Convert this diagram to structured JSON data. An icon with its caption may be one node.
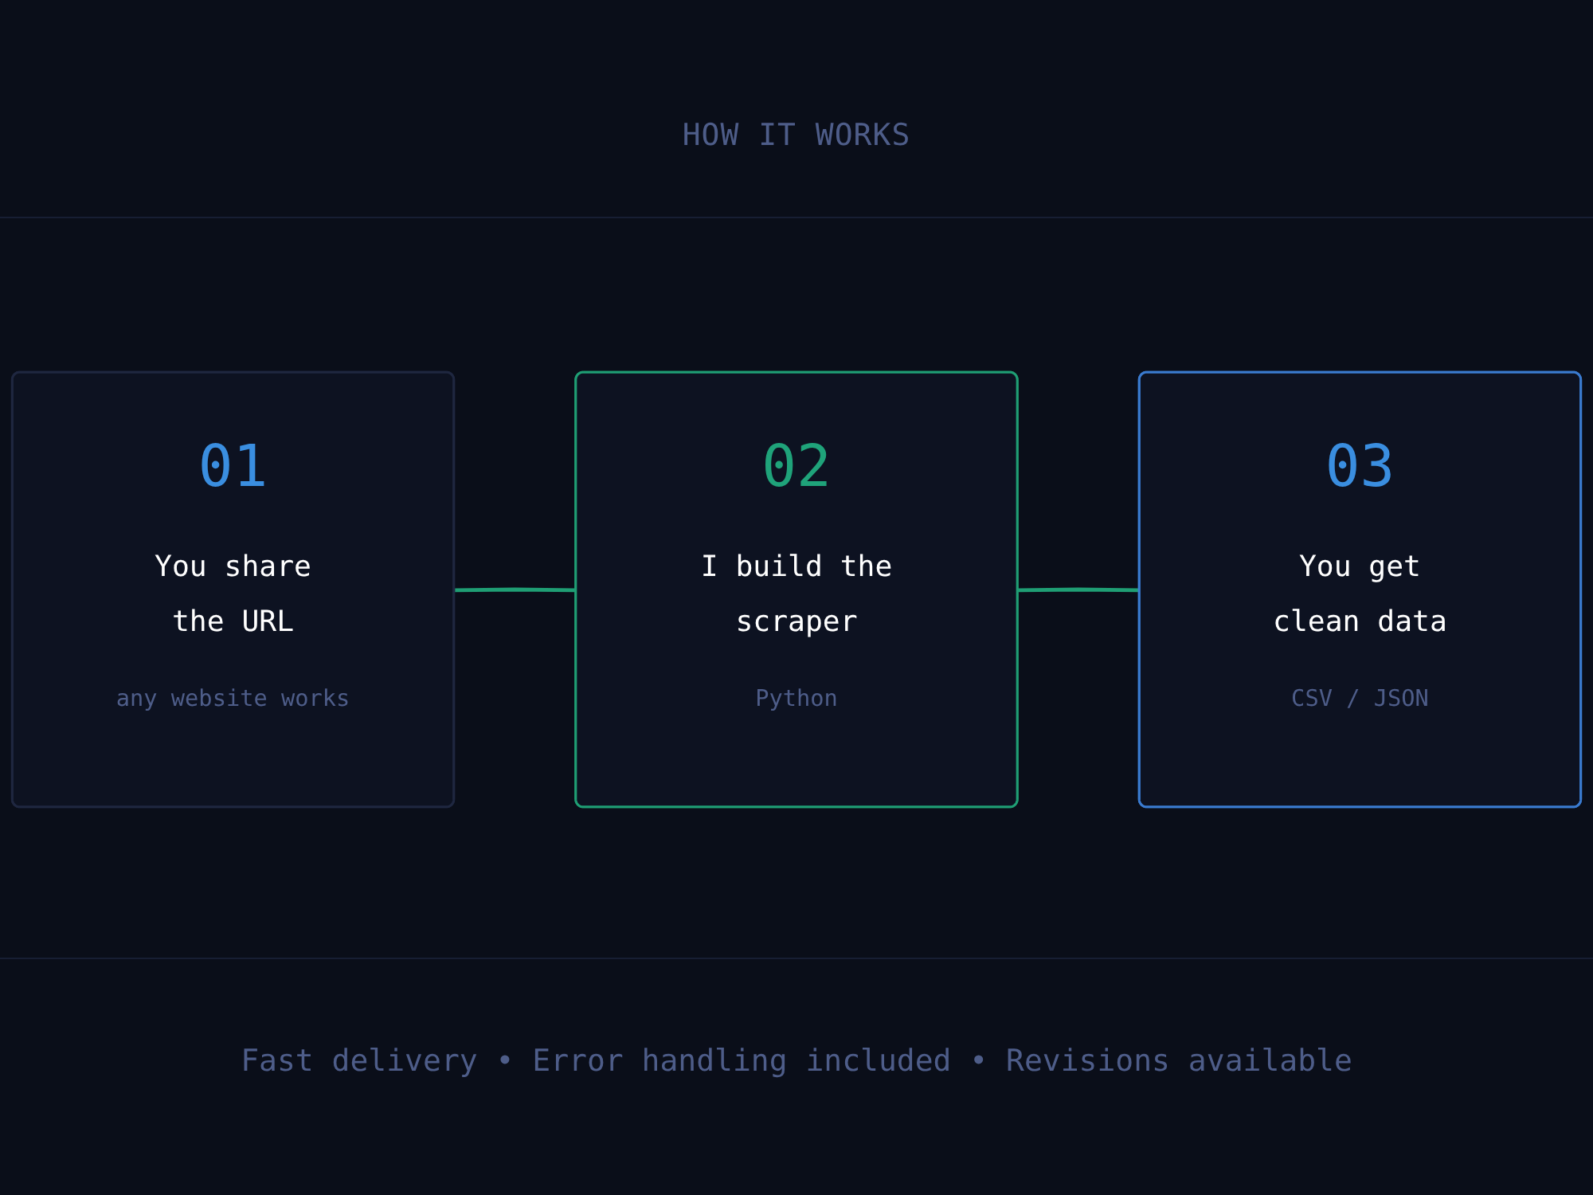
{
  "diagram": {
    "title": "HOW IT WORKS",
    "nodes": [
      {
        "text": [
          "01",
          "You share the URL",
          "any website works"
        ]
      },
      {
        "text": [
          "02",
          "I build the scraper",
          "Python"
        ]
      },
      {
        "text": [
          "03",
          "You get clean data",
          "CSV / JSON"
        ]
      }
    ],
    "edges": [
      {
        "from": 0,
        "to": 1,
        "arrow": "none"
      },
      {
        "from": 1,
        "to": 2,
        "arrow": "none"
      }
    ],
    "caption": "Fast delivery • Error handling included • Revisions available"
  }
}
